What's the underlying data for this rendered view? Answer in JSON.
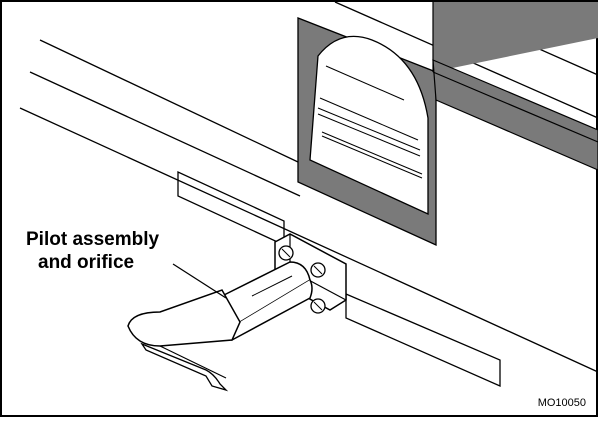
{
  "callout": {
    "line1": "Pilot assembly",
    "line2": "and orifice"
  },
  "figure_code": "MO10050",
  "colors": {
    "frame_gray": "#7a7a7a",
    "line": "#000000",
    "background": "#ffffff"
  },
  "icons": [
    "pilot-assembly-illustration",
    "burner-opening-illustration"
  ]
}
